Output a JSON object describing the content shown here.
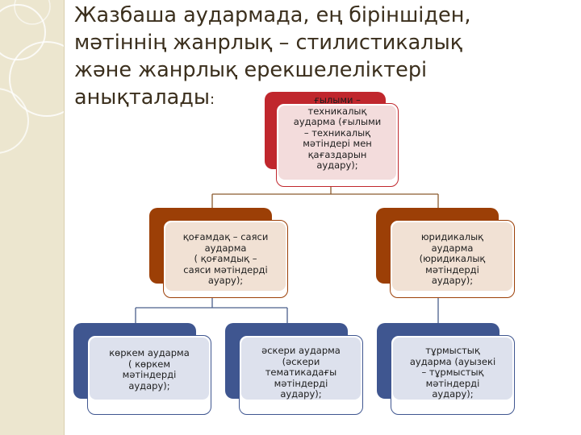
{
  "slide": {
    "title": "Жазбаша аудармада, ең біріншіден, мәтіннің жанрлық – стилистикалық және жанрлық ерекшелеліктері анықталады",
    "title_colon": ":"
  },
  "diagram": {
    "root": {
      "label": "ғылыми –\nтехникалық\nаударма (ғылыми\n– техникалық\nмәтіндері мен\nқағаздарын\nаудару);",
      "color": "#c0272d",
      "tint": "#f3dcdc"
    },
    "level2": [
      {
        "label": "қоғамдақ – саяси\nаударма\n( қоғамдық –\nсаяси мәтіндерді\nауару);",
        "color": "#9c3f06",
        "tint": "#f1e1d4"
      },
      {
        "label": "юридикалық\nаударма\n(юридикалық\nмәтіндерді\nаудару);",
        "color": "#9c3f06",
        "tint": "#f1e1d4"
      }
    ],
    "level3": [
      {
        "label": "көркем аударма\n( көркем\nмәтіндерді\nаудару);",
        "color": "#3f5690",
        "tint": "#dde1ed"
      },
      {
        "label": "әскери аударма\n(әскери\nтематикадағы\nмәтіндерді\nаудару);",
        "color": "#3f5690",
        "tint": "#dde1ed"
      },
      {
        "label": "тұрмыстық\nаударма (ауызекі\n– тұрмыстық\nмәтіндерді\nаудару);",
        "color": "#3f5690",
        "tint": "#dde1ed"
      }
    ]
  }
}
